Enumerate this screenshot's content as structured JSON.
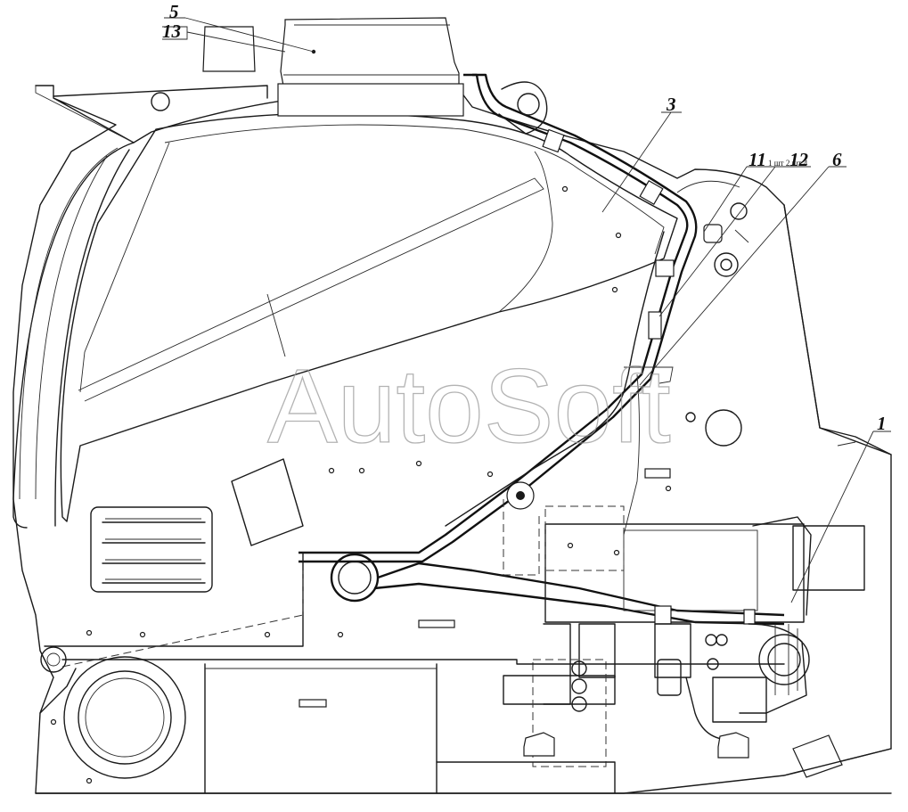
{
  "callouts": {
    "c5": "5",
    "c13": "13",
    "c3": "3",
    "c11": "11",
    "c11_small": "1 шт 2 шт 4",
    "c12": "12",
    "c6": "6",
    "c1": "1"
  },
  "watermark": "AutoSoft",
  "colors": {
    "line": "#1a1a1a",
    "watermark": "#9a9a9a",
    "background": "#ffffff"
  }
}
